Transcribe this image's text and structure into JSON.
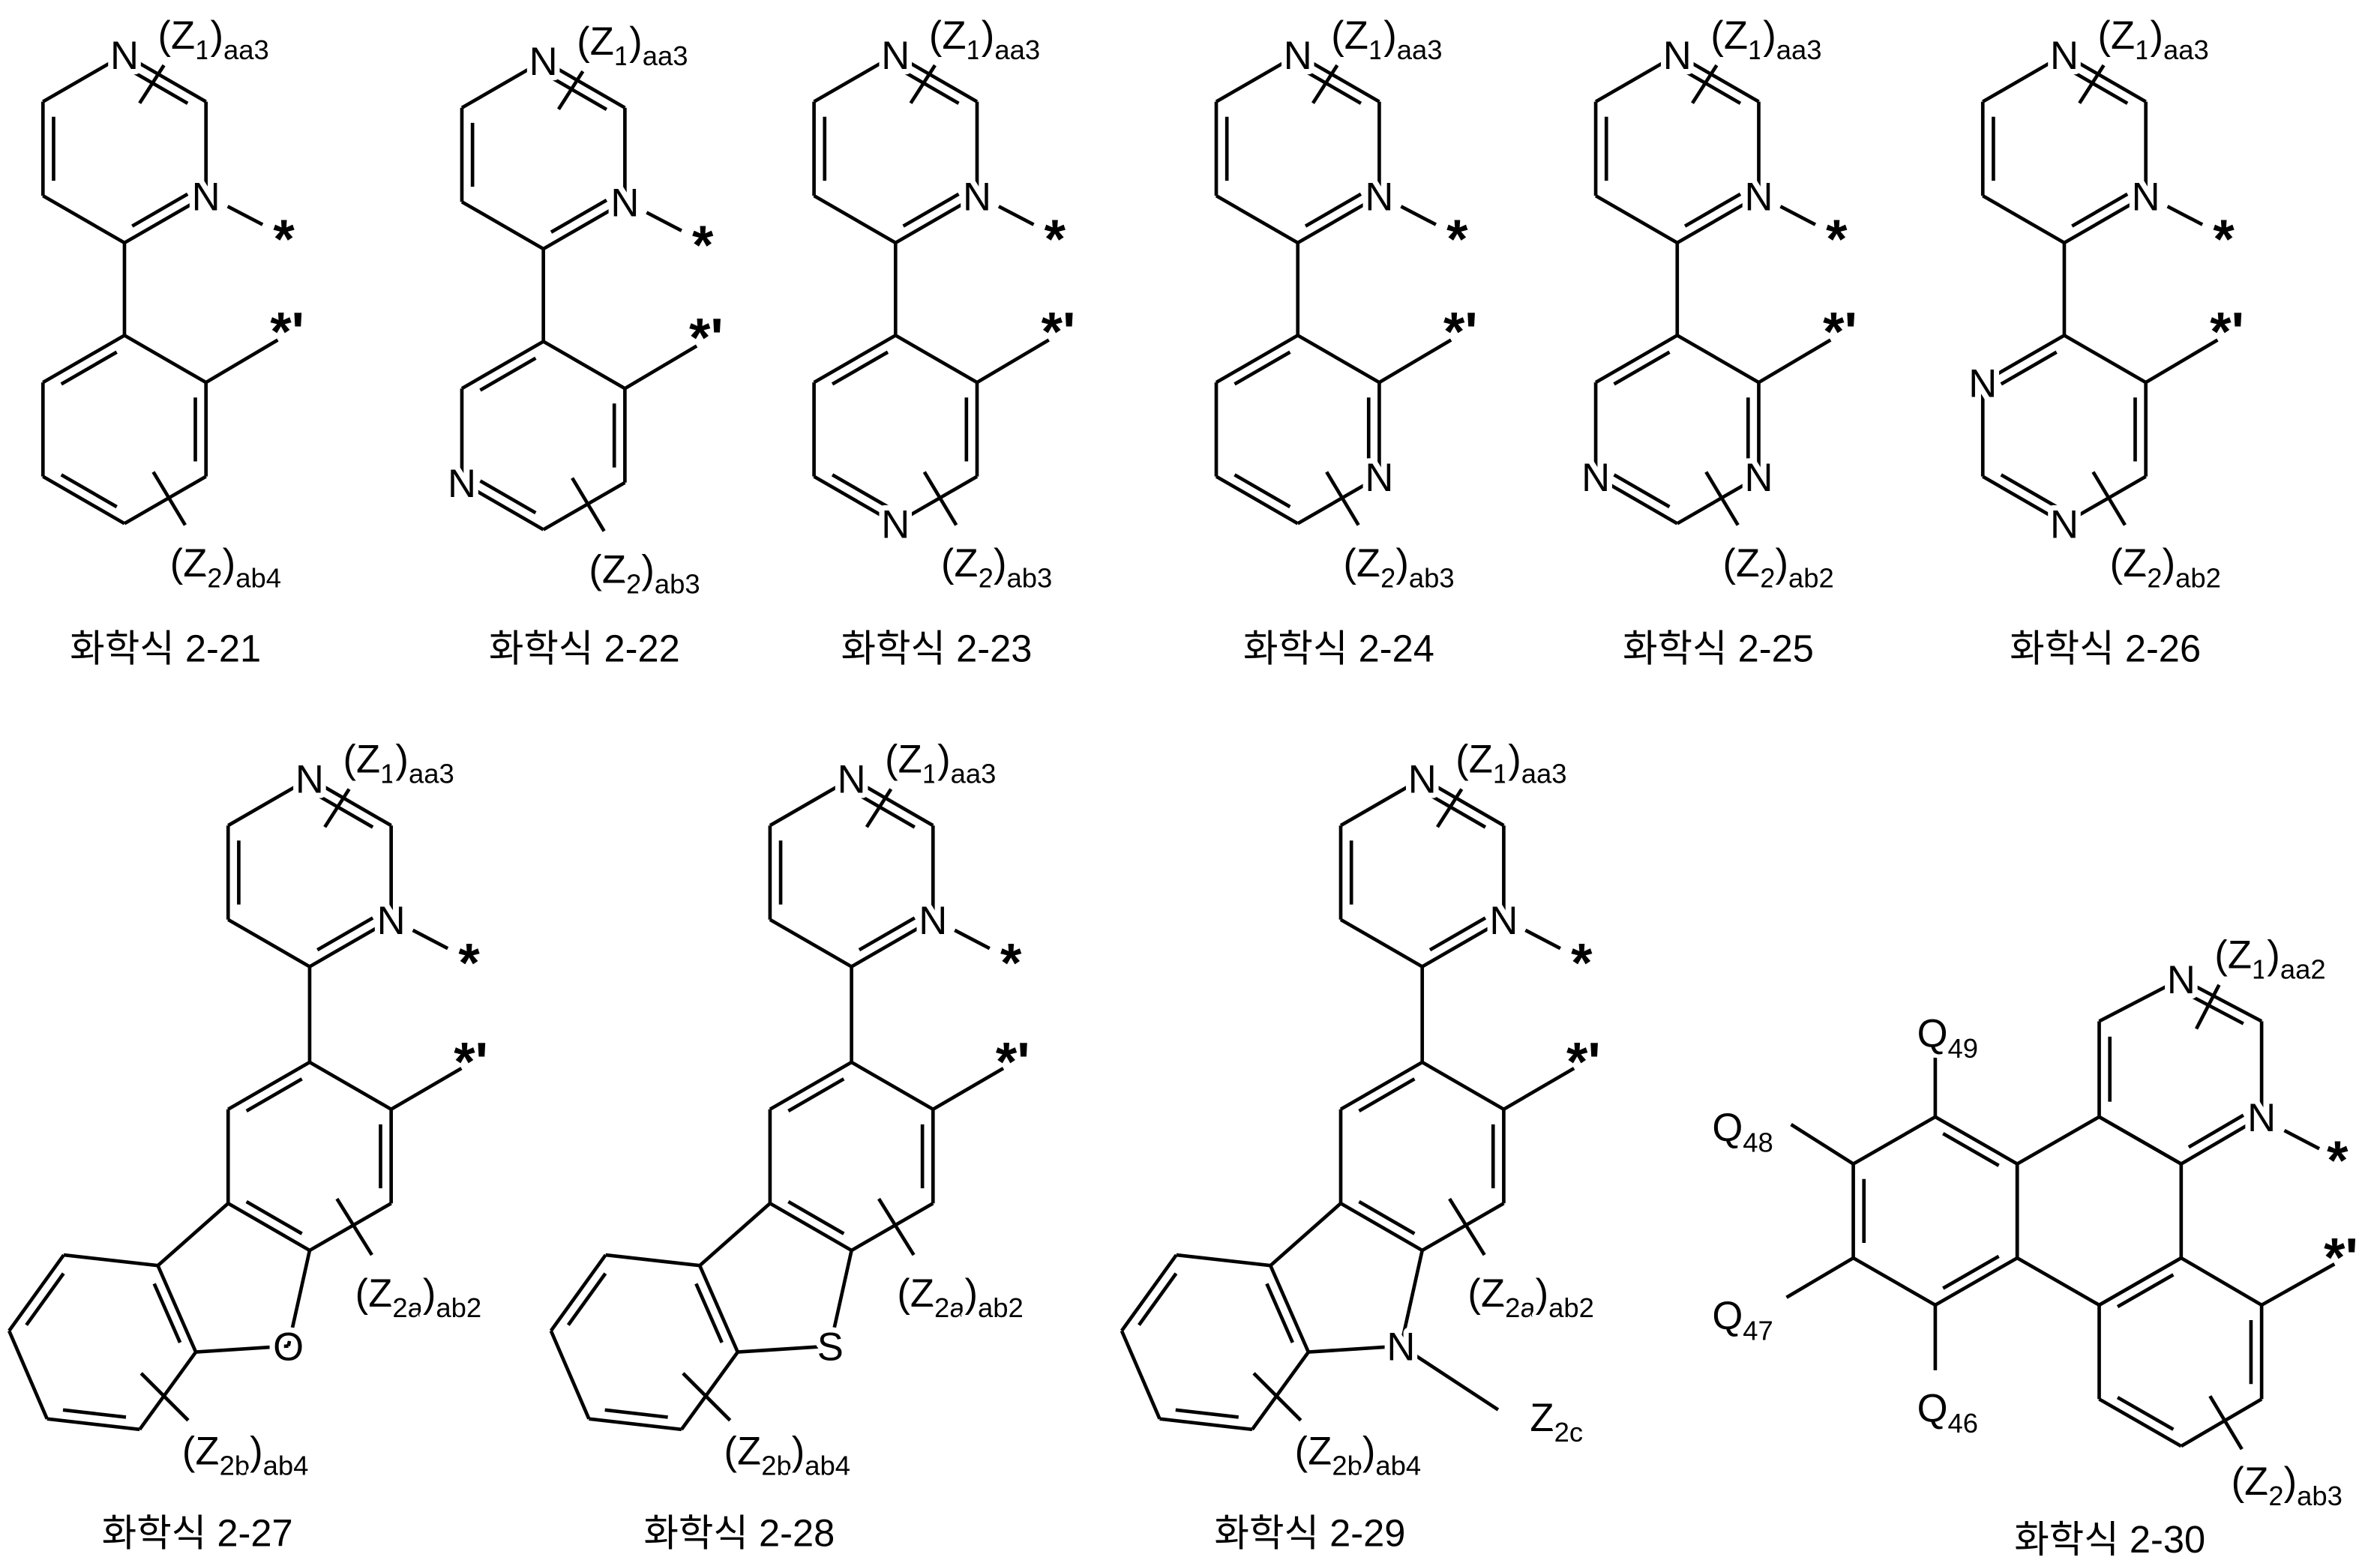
{
  "labels": {
    "ring_n": "N",
    "attach": "*",
    "attach_prime": "*'"
  },
  "row1": [
    {
      "caption": "화학식 2-21",
      "z1": {
        "sym": "Z",
        "idx": "1",
        "count": "aa3"
      },
      "z2": {
        "sym": "Z",
        "idx": "2",
        "count": "ab4"
      },
      "lower_atoms": []
    },
    {
      "caption": "화학식 2-22",
      "z1": {
        "sym": "Z",
        "idx": "1",
        "count": "aa3"
      },
      "z2": {
        "sym": "Z",
        "idx": "2",
        "count": "ab3"
      },
      "lower_atoms": [
        {
          "pos": 4,
          "text": "N"
        }
      ]
    },
    {
      "caption": "화학식 2-23",
      "z1": {
        "sym": "Z",
        "idx": "1",
        "count": "aa3"
      },
      "z2": {
        "sym": "Z",
        "idx": "2",
        "count": "ab3"
      },
      "lower_atoms": [
        {
          "pos": 3,
          "text": "N"
        }
      ]
    },
    {
      "caption": "화학식 2-24",
      "z1": {
        "sym": "Z",
        "idx": "1",
        "count": "aa3"
      },
      "z2": {
        "sym": "Z",
        "idx": "2",
        "count": "ab3"
      },
      "lower_atoms": [
        {
          "pos": 2,
          "text": "N"
        }
      ]
    },
    {
      "caption": "화학식 2-25",
      "z1": {
        "sym": "Z",
        "idx": "1",
        "count": "aa3"
      },
      "z2": {
        "sym": "Z",
        "idx": "2",
        "count": "ab2"
      },
      "lower_atoms": [
        {
          "pos": 4,
          "text": "N"
        },
        {
          "pos": 2,
          "text": "N"
        }
      ]
    },
    {
      "caption": "화학식 2-26",
      "z1": {
        "sym": "Z",
        "idx": "1",
        "count": "aa3"
      },
      "z2": {
        "sym": "Z",
        "idx": "2",
        "count": "ab2"
      },
      "lower_atoms": [
        {
          "pos": 5,
          "text": "N"
        },
        {
          "pos": 3,
          "text": "N"
        }
      ]
    }
  ],
  "row2": [
    {
      "caption": "화학식 2-27",
      "hetero": "O",
      "z1": {
        "sym": "Z",
        "idx": "1",
        "count": "aa3"
      },
      "z2a": {
        "sym": "Z",
        "idx": "2a",
        "count": "ab2"
      },
      "z2b": {
        "sym": "Z",
        "idx": "2b",
        "count": "ab4"
      }
    },
    {
      "caption": "화학식 2-28",
      "hetero": "S",
      "z1": {
        "sym": "Z",
        "idx": "1",
        "count": "aa3"
      },
      "z2a": {
        "sym": "Z",
        "idx": "2a",
        "count": "ab2"
      },
      "z2b": {
        "sym": "Z",
        "idx": "2b",
        "count": "ab4"
      }
    },
    {
      "caption": "화학식 2-29",
      "hetero": "N",
      "z1": {
        "sym": "Z",
        "idx": "1",
        "count": "aa3"
      },
      "z2a": {
        "sym": "Z",
        "idx": "2a",
        "count": "ab2"
      },
      "z2b": {
        "sym": "Z",
        "idx": "2b",
        "count": "ab4"
      },
      "z2c": {
        "sym": "Z",
        "idx": "2c"
      }
    }
  ],
  "s30": {
    "caption": "화학식 2-30",
    "z1": {
      "sym": "Z",
      "idx": "1",
      "count": "aa2"
    },
    "z2": {
      "sym": "Z",
      "idx": "2",
      "count": "ab3"
    },
    "q": [
      {
        "sym": "Q",
        "idx": "49"
      },
      {
        "sym": "Q",
        "idx": "48"
      },
      {
        "sym": "Q",
        "idx": "47"
      },
      {
        "sym": "Q",
        "idx": "46"
      }
    ]
  }
}
